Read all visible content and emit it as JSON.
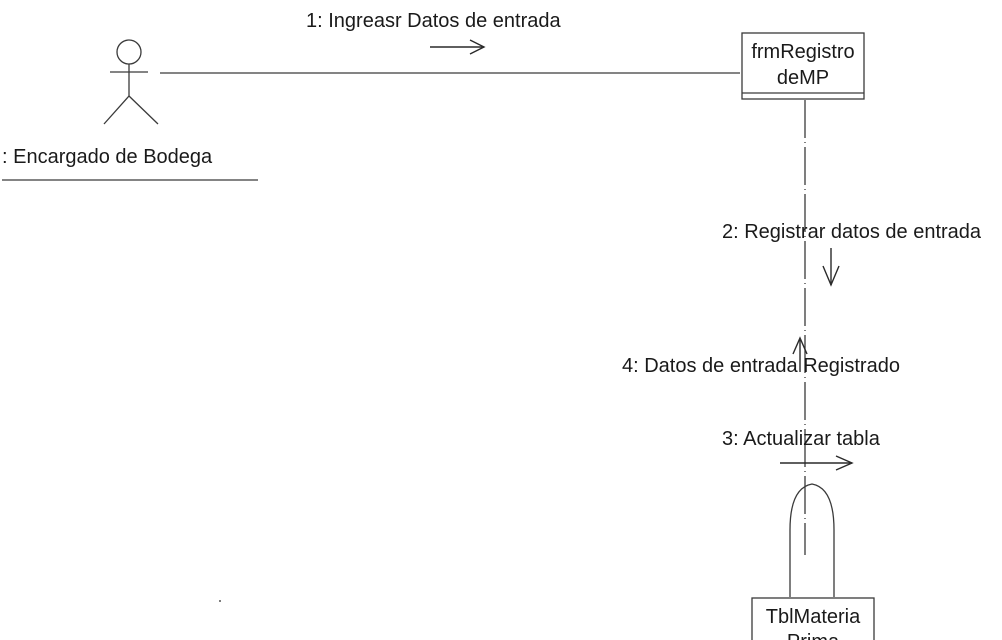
{
  "actor": {
    "name": ": Encargado de Bodega",
    "icon": "stick-figure-actor-icon"
  },
  "objects": [
    {
      "id": "form",
      "line1": "frmRegistro",
      "line2": "deMP",
      "icon": "boundary-object-icon"
    },
    {
      "id": "table",
      "line1": "TblMateria",
      "line2": "Prima",
      "icon": "entity-object-icon"
    }
  ],
  "messages": [
    {
      "id": "m1",
      "text": "1: Ingreasr Datos de entrada"
    },
    {
      "id": "m2",
      "text": "2: Registrar datos de entrada"
    },
    {
      "id": "m3",
      "text": "3: Actualizar tabla"
    },
    {
      "id": "m4",
      "text": "4: Datos de entrada Registrado"
    }
  ]
}
